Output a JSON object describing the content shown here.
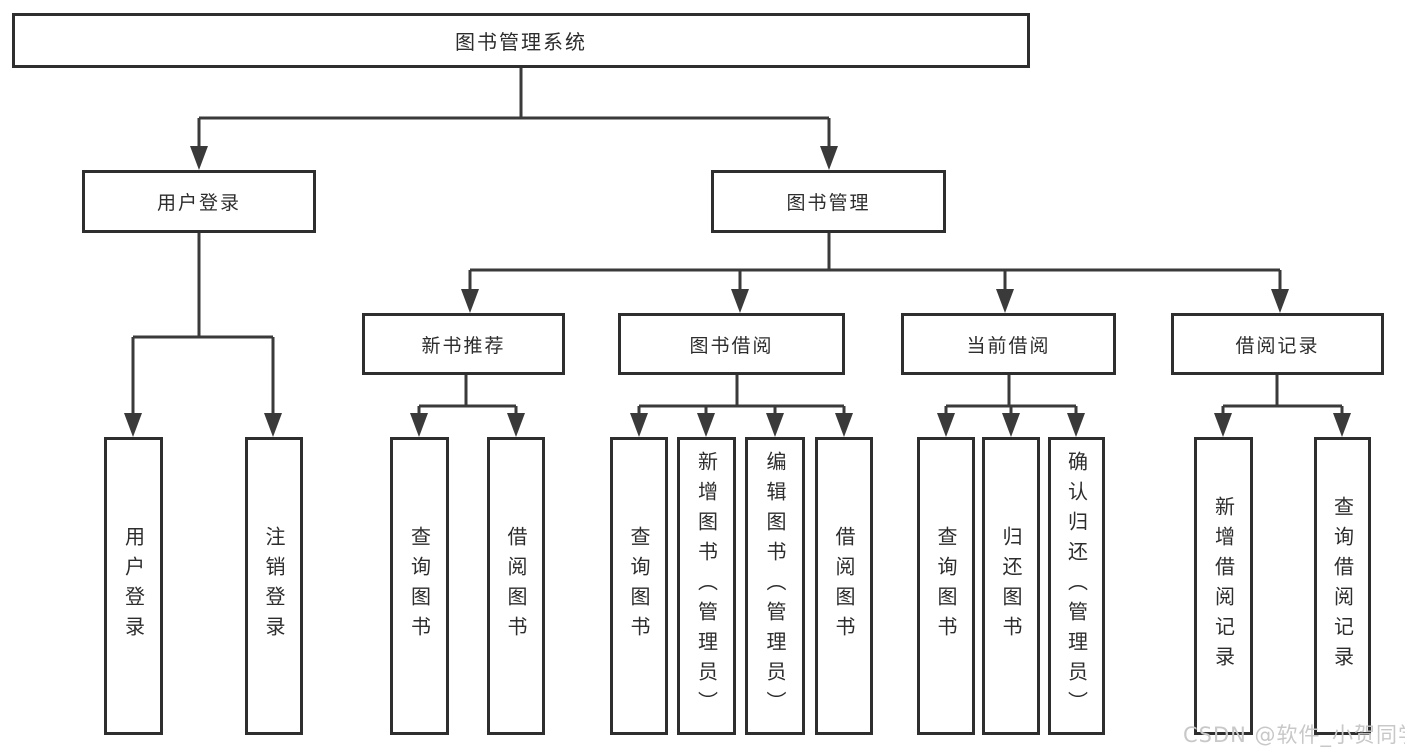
{
  "colors": {
    "background": "#ffffff",
    "line": "#3a3a3a",
    "box_border": "#2e2e2e",
    "text": "#2d2d2d",
    "watermark": "#c8c8c8"
  },
  "nodes": {
    "root": {
      "label": "图书管理系统"
    },
    "branches": [
      {
        "label": "用户登录"
      },
      {
        "label": "图书管理"
      }
    ],
    "modules": [
      {
        "label": "新书推荐"
      },
      {
        "label": "图书借阅"
      },
      {
        "label": "当前借阅"
      },
      {
        "label": "借阅记录"
      }
    ],
    "leaves": [
      {
        "label": "用户登录",
        "parent": "用户登录"
      },
      {
        "label": "注销登录",
        "parent": "用户登录"
      },
      {
        "label": "查询图书",
        "parent": "新书推荐"
      },
      {
        "label": "借阅图书",
        "parent": "新书推荐"
      },
      {
        "label": "查询图书",
        "parent": "图书借阅"
      },
      {
        "label": "新增图书（管理员）",
        "parent": "图书借阅"
      },
      {
        "label": "编辑图书（管理员）",
        "parent": "图书借阅"
      },
      {
        "label": "借阅图书",
        "parent": "图书借阅"
      },
      {
        "label": "查询图书",
        "parent": "当前借阅"
      },
      {
        "label": "归还图书",
        "parent": "当前借阅"
      },
      {
        "label": "确认归还（管理员）",
        "parent": "当前借阅"
      },
      {
        "label": "新增借阅记录",
        "parent": "借阅记录"
      },
      {
        "label": "查询借阅记录",
        "parent": "借阅记录"
      }
    ]
  },
  "watermark": {
    "text": "CSDN @软件_小贺同学"
  }
}
